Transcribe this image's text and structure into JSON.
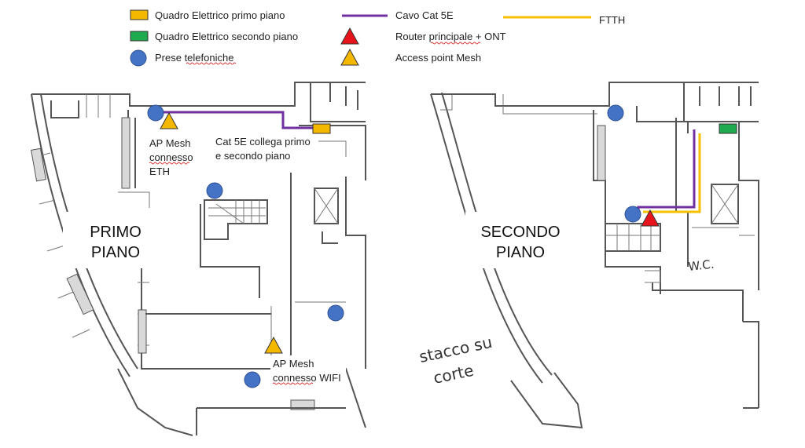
{
  "legend": {
    "items": [
      {
        "label": "Quadro Elettrico primo piano",
        "symbol": "panel-yellow",
        "color": "#f5b800"
      },
      {
        "label": "Quadro Elettrico secondo piano",
        "symbol": "panel-green",
        "color": "#1faa4e"
      },
      {
        "label": "Prese telefoniche",
        "symbol": "circle-blue",
        "color": "#4472c4"
      },
      {
        "label": "Cavo Cat 5E",
        "symbol": "line-purple",
        "color": "#7030a0"
      },
      {
        "label": "Router principale + ONT",
        "symbol": "triangle-red",
        "color": "#e8141c"
      },
      {
        "label": "Access point Mesh",
        "symbol": "triangle-yellow",
        "color": "#f5b800"
      },
      {
        "label": "FTTH",
        "symbol": "line-yellow",
        "color": "#f5c000"
      }
    ]
  },
  "floor1": {
    "title_line1": "PRIMO",
    "title_line2": "PIANO",
    "ap_eth_note": [
      "AP Mesh",
      "connesso",
      "ETH"
    ],
    "cat5e_note": [
      "Cat 5E collega primo",
      "e secondo piano"
    ],
    "ap_wifi_note": [
      "AP Mesh",
      "connesso WIFI"
    ]
  },
  "floor2": {
    "title_line1": "SECONDO",
    "title_line2": "PIANO",
    "wc_label": "W.C.",
    "court_line1": "stacco su",
    "court_line2": "corte"
  },
  "colors": {
    "phone": "#4472c4",
    "phone_stroke": "#2f528f",
    "cat5e": "#7030a0",
    "ftth": "#f5c000",
    "panel1": "#f5b800",
    "panel2": "#1faa4e",
    "router": "#e8141c",
    "ap": "#f5b800"
  }
}
